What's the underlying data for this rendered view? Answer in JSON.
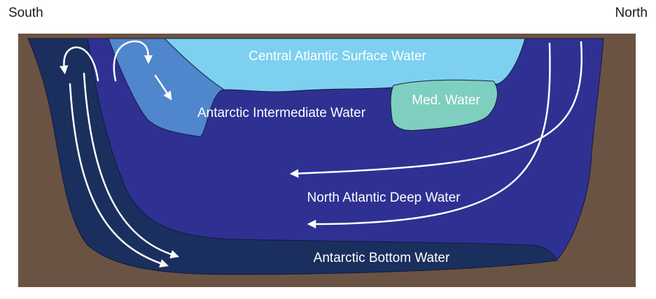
{
  "direction_labels": {
    "left": "South",
    "right": "North"
  },
  "water_masses": {
    "surface": "Central Atlantic Surface Water",
    "intermediate": "Antarctic Intermediate Water",
    "mediterranean": "Med. Water",
    "deep": "North Atlantic Deep Water",
    "bottom": "Antarctic Bottom Water"
  },
  "colors": {
    "seafloor": "#6b5344",
    "surface_water": "#7dd0f0",
    "intermediate_water": "#4f86cc",
    "mediterranean_water": "#7ecfbf",
    "deep_water": "#2e3192",
    "bottom_water": "#1b2f5e",
    "arrows": "#ffffff",
    "label_text": "#1a1a1a"
  }
}
